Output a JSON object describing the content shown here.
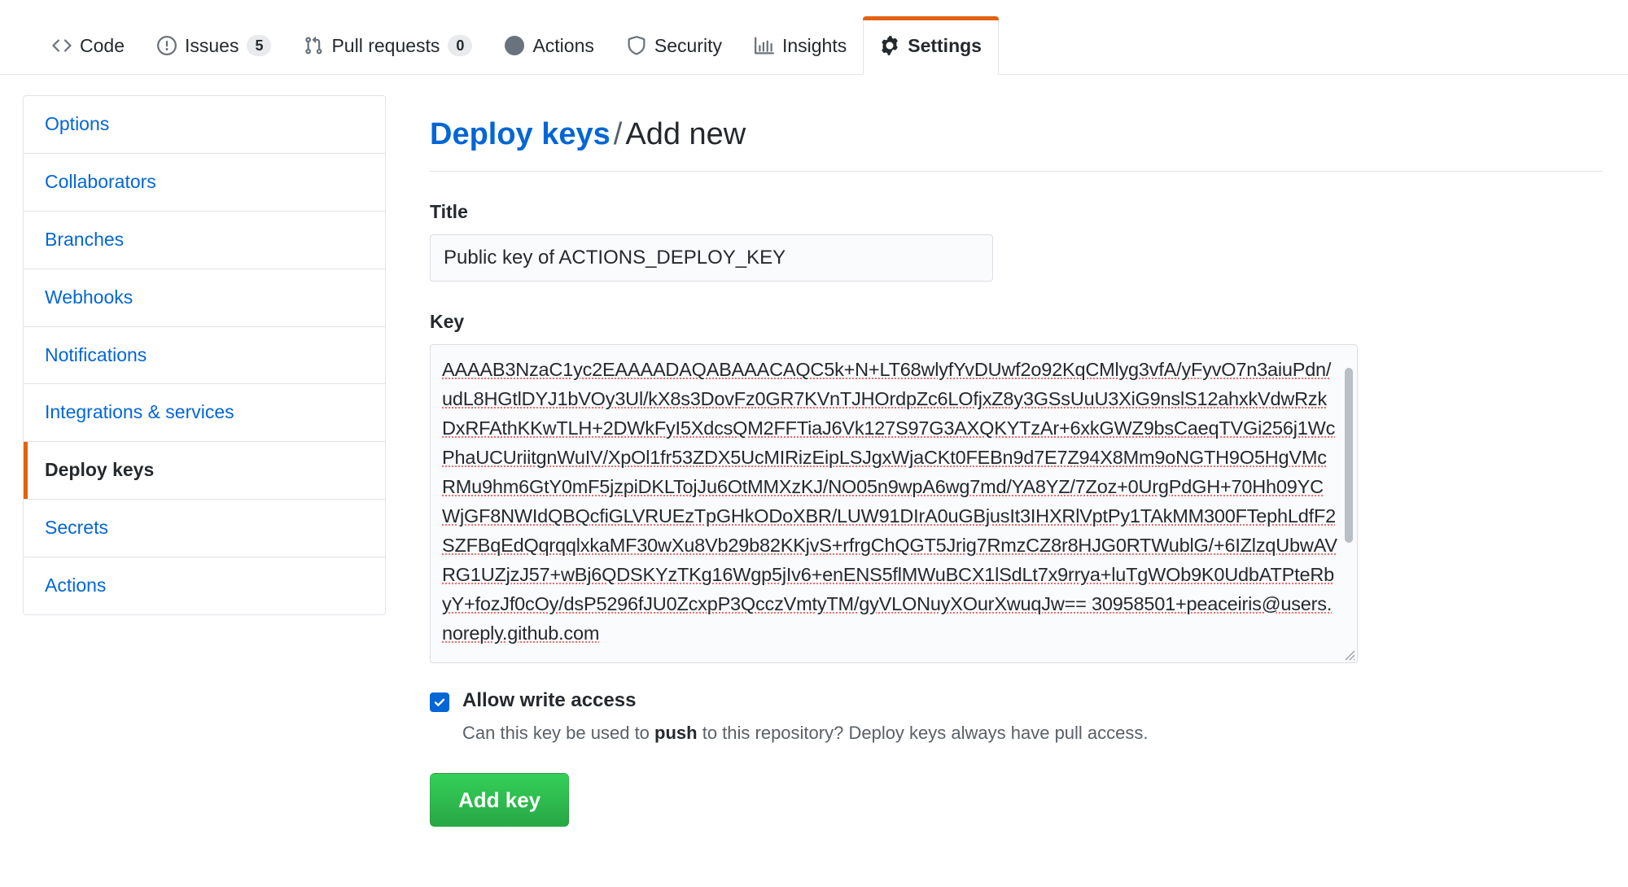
{
  "repo_nav": {
    "items": [
      {
        "label": "Code",
        "icon": "code-icon",
        "count": null,
        "selected": false
      },
      {
        "label": "Issues",
        "icon": "issue-opened-icon",
        "count": "5",
        "selected": false
      },
      {
        "label": "Pull requests",
        "icon": "git-pull-request-icon",
        "count": "0",
        "selected": false
      },
      {
        "label": "Actions",
        "icon": "play-icon",
        "count": null,
        "selected": false
      },
      {
        "label": "Security",
        "icon": "shield-icon",
        "count": null,
        "selected": false
      },
      {
        "label": "Insights",
        "icon": "graph-icon",
        "count": null,
        "selected": false
      },
      {
        "label": "Settings",
        "icon": "gear-icon",
        "count": null,
        "selected": true
      }
    ]
  },
  "sidebar": {
    "items": [
      {
        "label": "Options",
        "selected": false
      },
      {
        "label": "Collaborators",
        "selected": false
      },
      {
        "label": "Branches",
        "selected": false
      },
      {
        "label": "Webhooks",
        "selected": false
      },
      {
        "label": "Notifications",
        "selected": false
      },
      {
        "label": "Integrations & services",
        "selected": false
      },
      {
        "label": "Deploy keys",
        "selected": true
      },
      {
        "label": "Secrets",
        "selected": false
      },
      {
        "label": "Actions",
        "selected": false
      }
    ]
  },
  "main": {
    "breadcrumb": {
      "link": "Deploy keys",
      "separator": "/",
      "current": "Add new"
    },
    "title_field": {
      "label": "Title",
      "value": "Public key of ACTIONS_DEPLOY_KEY",
      "placeholder": ""
    },
    "key_field": {
      "label": "Key",
      "value": "AAAAB3NzaC1yc2EAAAADAQABAAACAQC5k+N+LT68wlyfYvDUwf2o92KqCMlyg3vfA/yFyvO7n3aiuPdn/udL8HGtlDYJ1bVOy3Ul/kX8s3DovFz0GR7KVnTJHOrdpZc6LOfjxZ8y3GSsUuU3XiG9nslS12ahxkVdwRzkDxRFAthKKwTLH+2DWkFyI5XdcsQM2FFTiaJ6Vk127S97G3AXQKYTzAr+6xkGWZ9bsCaeqTVGi256j1WcPhaUCUriitgnWuIV/XpOl1fr53ZDX5UcMIRizEipLSJgxWjaCKt0FEBn9d7E7Z94X8Mm9oNGTH9O5HgVMcRMu9hm6GtY0mF5jzpiDKLTojJu6OtMMXzKJ/NO05n9wpA6wg7md/YA8YZ/7Zoz+0UrgPdGH+70Hh09YCWjGF8NWIdQBQcfiGLVRUEzTpGHkODoXBR/LUW91DIrA0uGBjusIt3IHXRlVptPy1TAkMM300FTephLdfF2SZFBqEdQqrqqlxkaMF30wXu8Vb29b82KKjvS+rfrgChQGT5Jrig7RmzCZ8r8HJG0RTWublG/+6IZlzqUbwAVRG1UZjzJ57+wBj6QDSKYzTKg16Wgp5jIv6+enENS5flMWuBCX1lSdLt7x9rrya+luTgWOb9K0UdbATPteRbyY+fozJf0cOy/dsP5296fJU0ZcxpP3QcczVmtyTM/gyVLONuyXOurXwuqJw== 30958501+peaceiris@users.noreply.github.com"
    },
    "allow_write": {
      "checked": true,
      "label": "Allow write access",
      "note_prefix": "Can this key be used to ",
      "note_bold": "push",
      "note_suffix": " to this repository? Deploy keys always have pull access."
    },
    "submit_button": "Add key"
  },
  "colors": {
    "accent_orange": "#e36209",
    "link_blue": "#0366d6",
    "button_green": "#2cbe4e",
    "text_dark": "#24292e",
    "muted": "#586069",
    "border": "#e1e4e8",
    "spellcheck_red": "#f26d6d"
  }
}
